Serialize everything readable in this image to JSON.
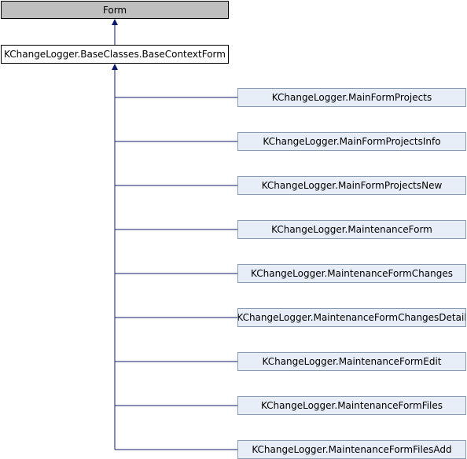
{
  "diagram": {
    "root": {
      "label": "Form"
    },
    "base": {
      "label": "KChangeLogger.BaseClasses.BaseContextForm"
    },
    "children": [
      {
        "label": "KChangeLogger.MainFormProjects"
      },
      {
        "label": "KChangeLogger.MainFormProjectsInfo"
      },
      {
        "label": "KChangeLogger.MainFormProjectsNew"
      },
      {
        "label": "KChangeLogger.MaintenanceForm"
      },
      {
        "label": "KChangeLogger.MaintenanceFormChanges"
      },
      {
        "label": "KChangeLogger.MaintenanceFormChangesDetail"
      },
      {
        "label": "KChangeLogger.MaintenanceFormEdit"
      },
      {
        "label": "KChangeLogger.MaintenanceFormFiles"
      },
      {
        "label": "KChangeLogger.MaintenanceFormFilesAdd"
      }
    ]
  },
  "colors": {
    "root_fill": "#bfbfbf",
    "child_fill": "#e8eef7",
    "child_border": "#8a9bb0",
    "edge": "#0c1a6e"
  }
}
